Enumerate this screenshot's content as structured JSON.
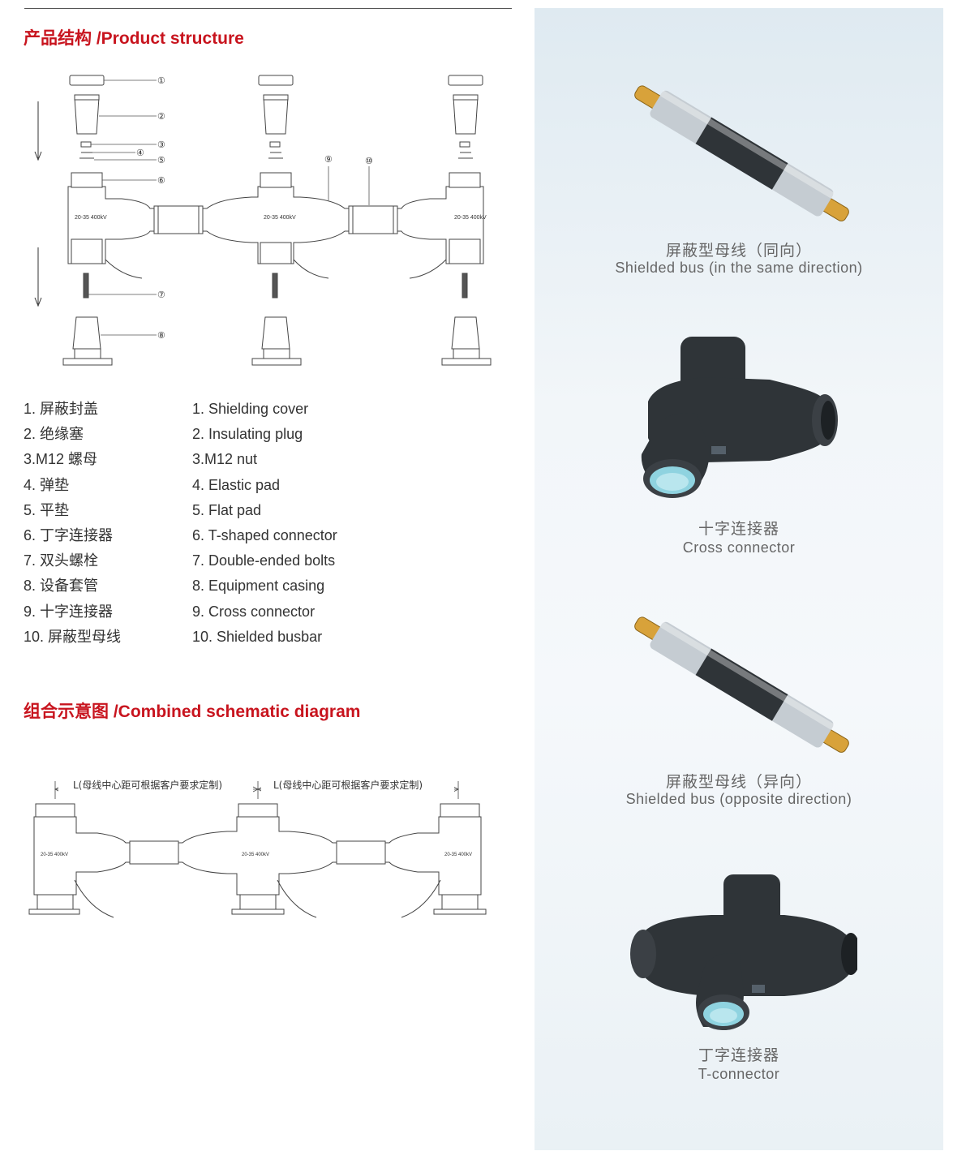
{
  "sections": {
    "structure_title": "产品结构 /Product structure",
    "combined_title": "组合示意图 /Combined schematic diagram"
  },
  "parts": [
    {
      "cn": "1. 屏蔽封盖",
      "en": "1. Shielding cover"
    },
    {
      "cn": "2. 绝缘塞",
      "en": "2. Insulating plug"
    },
    {
      "cn": "3.M12 螺母",
      "en": "3.M12 nut"
    },
    {
      "cn": "4. 弹垫",
      "en": "4. Elastic pad"
    },
    {
      "cn": "5. 平垫",
      "en": "5. Flat pad"
    },
    {
      "cn": "6. 丁字连接器",
      "en": "6. T-shaped connector"
    },
    {
      "cn": "7. 双头螺栓",
      "en": "7. Double-ended bolts"
    },
    {
      "cn": "8. 设备套管",
      "en": "8. Equipment casing"
    },
    {
      "cn": "9. 十字连接器",
      "en": "9. Cross connector"
    },
    {
      "cn": "10. 屏蔽型母线",
      "en": "10. Shielded busbar"
    }
  ],
  "structure_diagram": {
    "callouts": [
      "①",
      "②",
      "③",
      "④",
      "⑤",
      "⑥",
      "⑦",
      "⑧",
      "⑨",
      "⑩"
    ],
    "connector_marking": "20-35 400kV"
  },
  "combined_diagram": {
    "dimension_left": "L(母线中心距可根据客户要求定制)",
    "dimension_right": "L(母线中心距可根据客户要求定制)",
    "connector_marking": "20-35 400kV"
  },
  "products": [
    {
      "cn": "屏蔽型母线（同向）",
      "en": "Shielded bus (in the same direction)"
    },
    {
      "cn": "十字连接器",
      "en": "Cross connector"
    },
    {
      "cn": "屏蔽型母线（异向）",
      "en": "Shielded bus (opposite direction)"
    },
    {
      "cn": "丁字连接器",
      "en": "T-connector"
    }
  ],
  "colors": {
    "title_red": "#c8141e",
    "rubber": "#2f3438",
    "shield_gray": "#c5ccd2",
    "terminal_gold": "#d8a23a",
    "bore_cyan": "#8fd3e0",
    "panel_bg": "#e8f0f5"
  }
}
